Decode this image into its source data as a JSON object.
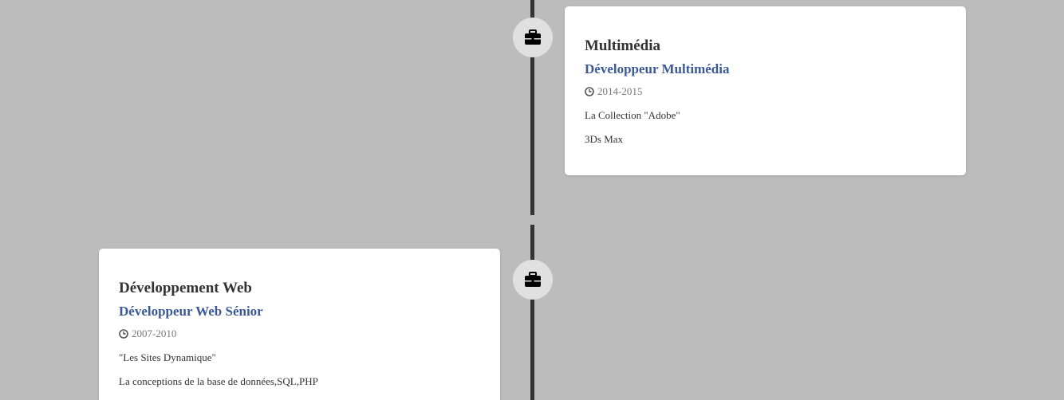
{
  "timeline": {
    "entries": [
      {
        "icon": "briefcase-icon",
        "title": "Multimédia",
        "subtitle": "Développeur Multimédia",
        "date_icon": "clock-icon",
        "date": "2014-2015",
        "lines": [
          "La Collection \"Adobe\"",
          "3Ds Max"
        ]
      },
      {
        "icon": "briefcase-icon",
        "title": "Développement Web",
        "subtitle": "Développeur Web Sénior",
        "date_icon": "clock-icon",
        "date": "2007-2010",
        "lines": [
          "\"Les Sites Dynamique\"",
          "La conceptions de la base de données,SQL,PHP"
        ]
      }
    ]
  },
  "colors": {
    "background": "#bcbcbc",
    "line": "#333333",
    "badge": "#e0e0e0",
    "subtitle": "#3b5998"
  }
}
